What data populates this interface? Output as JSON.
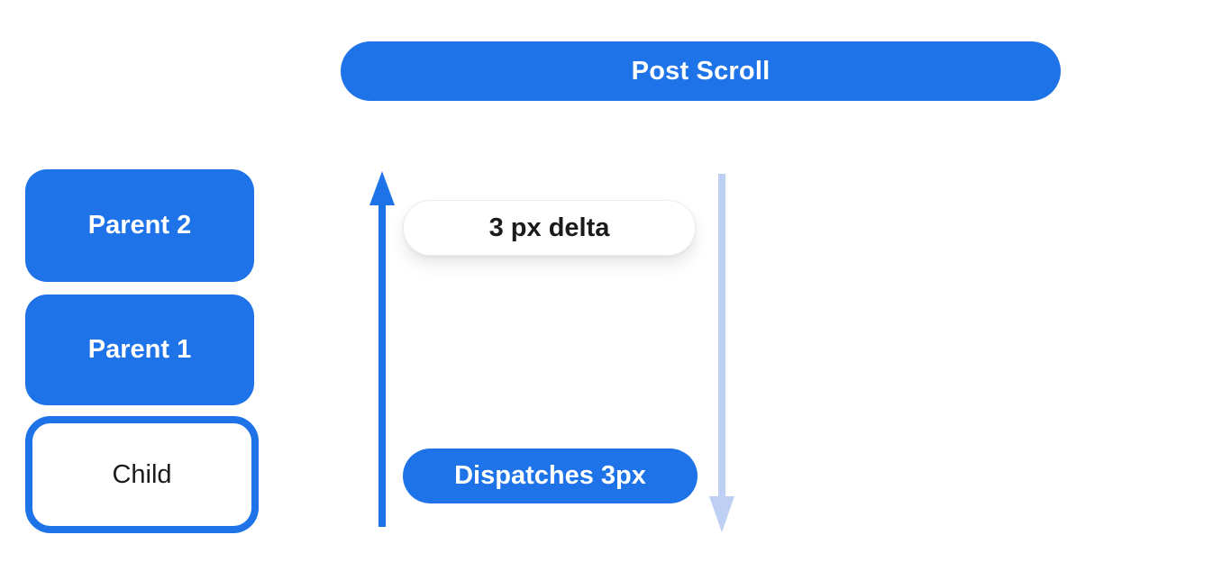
{
  "colors": {
    "brand_blue": "#1e73e8",
    "light_blue": "#bdd0f3",
    "pill_border": "#ececec",
    "text_dark": "#1b1b1b",
    "background": "#ffffff"
  },
  "banner": {
    "label": "Post Scroll"
  },
  "widget_tree": {
    "boxes": [
      {
        "label": "Parent 2"
      },
      {
        "label": "Parent 1"
      },
      {
        "label": "Child"
      }
    ]
  },
  "notifications": {
    "delta_label": "3 px delta",
    "dispatch_label": "Dispatches 3px"
  },
  "icons": {
    "up_arrow": "arrow-up-icon",
    "down_arrow": "arrow-down-icon"
  }
}
